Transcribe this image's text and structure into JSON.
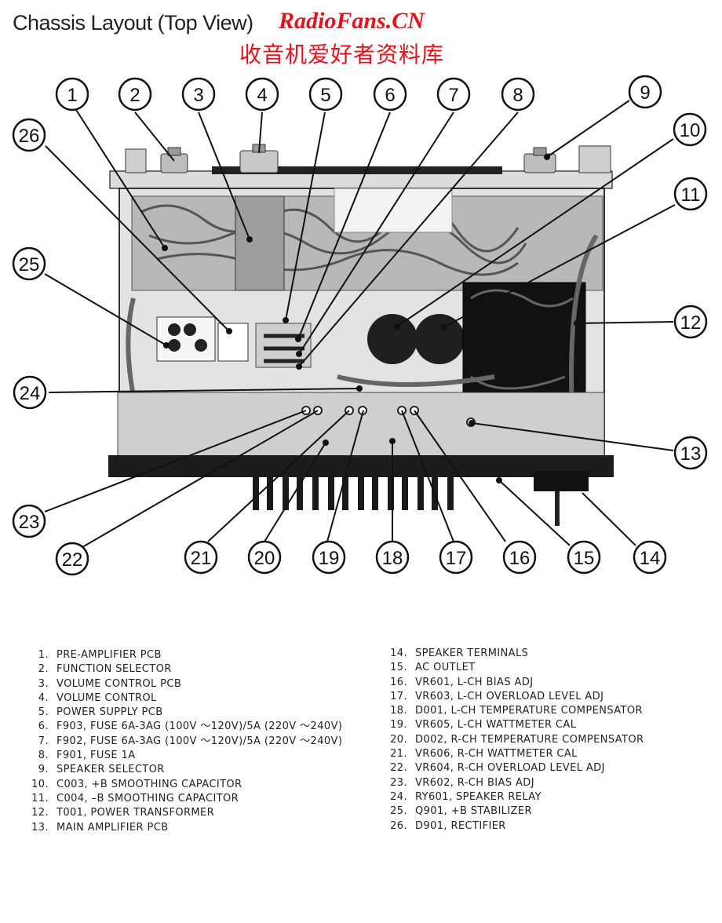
{
  "page": {
    "title": "Chassis Layout (Top View)",
    "watermark_en": "RadioFans.CN",
    "watermark_cn": "收音机爱好者资料库"
  },
  "callouts": [
    "1",
    "2",
    "3",
    "4",
    "5",
    "6",
    "7",
    "8",
    "9",
    "10",
    "11",
    "12",
    "13",
    "14",
    "15",
    "16",
    "17",
    "18",
    "19",
    "20",
    "21",
    "22",
    "23",
    "24",
    "25",
    "26"
  ],
  "legend_left": [
    {
      "num": "1.",
      "text": "PRE-AMPLIFIER PCB"
    },
    {
      "num": "2.",
      "text": "FUNCTION SELECTOR"
    },
    {
      "num": "3.",
      "text": "VOLUME CONTROL PCB"
    },
    {
      "num": "4.",
      "text": "VOLUME CONTROL"
    },
    {
      "num": "5.",
      "text": "POWER SUPPLY PCB"
    },
    {
      "num": "6.",
      "text": "F903, FUSE 6A-3AG (100V ～120V)/5A (220V ～240V)"
    },
    {
      "num": "7.",
      "text": "F902, FUSE 6A-3AG (100V ～120V)/5A (220V ～240V)"
    },
    {
      "num": "8.",
      "text": "F901, FUSE 1A"
    },
    {
      "num": "9.",
      "text": "SPEAKER SELECTOR"
    },
    {
      "num": "10.",
      "text": "C003, +B SMOOTHING CAPACITOR"
    },
    {
      "num": "11.",
      "text": "C004, –B SMOOTHING CAPACITOR"
    },
    {
      "num": "12.",
      "text": "T001, POWER TRANSFORMER"
    },
    {
      "num": "13.",
      "text": "MAIN AMPLIFIER PCB"
    }
  ],
  "legend_right": [
    {
      "num": "14.",
      "text": "SPEAKER TERMINALS"
    },
    {
      "num": "15.",
      "text": "AC OUTLET"
    },
    {
      "num": "16.",
      "text": "VR601, L-CH BIAS ADJ"
    },
    {
      "num": "17.",
      "text": "VR603, L-CH OVERLOAD LEVEL ADJ"
    },
    {
      "num": "18.",
      "text": "D001, L-CH TEMPERATURE COMPENSATOR"
    },
    {
      "num": "19.",
      "text": "VR605, L-CH WATTMETER CAL"
    },
    {
      "num": "20.",
      "text": "D002, R-CH TEMPERATURE COMPENSATOR"
    },
    {
      "num": "21.",
      "text": "VR606, R-CH WATTMETER CAL"
    },
    {
      "num": "22.",
      "text": "VR604, R-CH OVERLOAD LEVEL ADJ"
    },
    {
      "num": "23.",
      "text": "VR602, R-CH BIAS ADJ"
    },
    {
      "num": "24.",
      "text": "RY601, SPEAKER RELAY"
    },
    {
      "num": "25.",
      "text": "Q901, +B STABILIZER"
    },
    {
      "num": "26.",
      "text": "D901, RECTIFIER"
    }
  ]
}
